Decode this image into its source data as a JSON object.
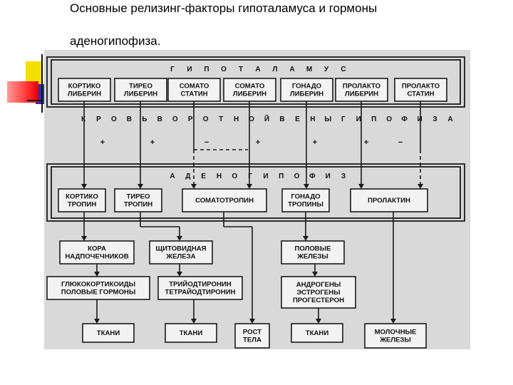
{
  "slide": {
    "title_line1": "Основные  релизинг-факторы гипоталамуса и гормоны",
    "title_line2": "аденогипофиза."
  },
  "diagram": {
    "hypothalamus_label": [
      "Г",
      "И",
      "П",
      "О",
      "Т",
      "А",
      "Л",
      "А",
      "М",
      "У",
      "С"
    ],
    "releasing_factors": [
      [
        "КОРТИКО",
        "ЛИБЕРИН"
      ],
      [
        "ТИРЕО",
        "ЛИБЕРИН"
      ],
      [
        "СОМАТО",
        "СТАТИН"
      ],
      [
        "СОМАТО",
        "ЛИБЕРИН"
      ],
      [
        "ГОНАДО",
        "ЛИБЕРИН"
      ],
      [
        "ПРОЛАКТО",
        "ЛИБЕРИН"
      ],
      [
        "ПРОЛАКТО",
        "СТАТИН"
      ]
    ],
    "portal_blood_label": [
      "К",
      "Р",
      "О",
      "В",
      "Ь",
      "В",
      "О",
      "Р",
      "О",
      "Т",
      "Н",
      "О",
      "Й",
      "В",
      "Е",
      "Н",
      "Ы",
      "Г",
      "И",
      "П",
      "О",
      "Ф",
      "И",
      "З",
      "А"
    ],
    "signs": [
      "+",
      "+",
      "−",
      "+",
      "+",
      "+",
      "−"
    ],
    "adenohypophysis_label": [
      "А",
      "Д",
      "Е",
      "Н",
      "О",
      "Г",
      "И",
      "П",
      "О",
      "Ф",
      "И",
      "З"
    ],
    "hormones": [
      [
        "КОРТИКО",
        "ТРОПИН"
      ],
      [
        "ТИРЕО",
        "ТРОПИН"
      ],
      [
        "СОМАТОТРОПИН"
      ],
      [
        "ГОНАДО",
        "ТРОПИНЫ"
      ],
      [
        "ПРОЛАКТИН"
      ]
    ],
    "target_glands": [
      [
        "КОРА",
        "НАДПОЧЕЧНИКОВ"
      ],
      [
        "ЩИТОВИДНАЯ",
        "ЖЕЛЕЗА"
      ],
      [
        "ПОЛОВЫЕ",
        "ЖЕЛЕЗЫ"
      ]
    ],
    "gland_hormones": [
      [
        "ГЛЮКОКОРТИКОИДЫ",
        "ПОЛОВЫЕ ГОРМОНЫ"
      ],
      [
        "ТРИЙОДТИРОНИН",
        "ТЕТРАЙОДТИРОНИН"
      ],
      [
        "АНДРОГЕНЫ",
        "ЭСТРОГЕНЫ",
        "ПРОГЕСТЕРОН"
      ]
    ],
    "targets": [
      [
        "ТКАНИ"
      ],
      [
        "ТКАНИ"
      ],
      [
        "РОСТ",
        "ТЕЛА"
      ],
      [
        "ТКАНИ"
      ],
      [
        "МОЛОЧНЫЕ",
        "ЖЕЛЕЗЫ"
      ]
    ]
  }
}
